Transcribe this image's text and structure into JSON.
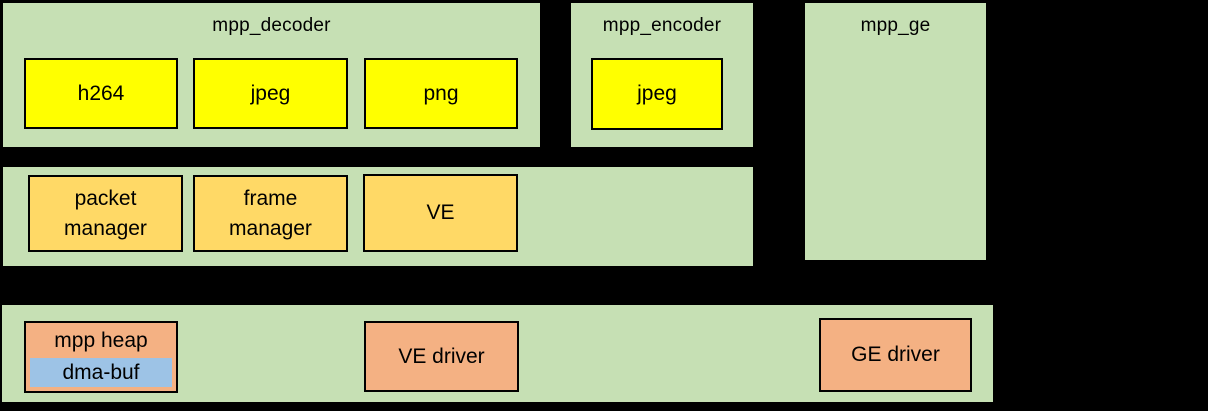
{
  "colors": {
    "bg": "#000000",
    "green": "#c6e0b4",
    "yellow": "#ffff00",
    "gold": "#ffd966",
    "orange": "#f4b183",
    "blue": "#9dc3e6",
    "ink": "#000000"
  },
  "panels": {
    "decoder": {
      "title": "mpp_decoder",
      "modules": [
        {
          "label": "h264"
        },
        {
          "label": "jpeg"
        },
        {
          "label": "png"
        }
      ]
    },
    "encoder": {
      "title": "mpp_encoder",
      "modules": [
        {
          "label": "jpeg"
        }
      ]
    },
    "ge": {
      "title": "mpp_ge"
    },
    "core": {
      "modules": [
        {
          "lines": [
            "packet",
            "manager"
          ]
        },
        {
          "lines": [
            "frame",
            "manager"
          ]
        },
        {
          "lines": [
            "VE"
          ]
        }
      ]
    },
    "kernel": {
      "heap": {
        "label": "mpp heap",
        "dmabuf": "dma-buf"
      },
      "ve_driver": "VE driver",
      "ge_driver": "GE driver"
    }
  }
}
